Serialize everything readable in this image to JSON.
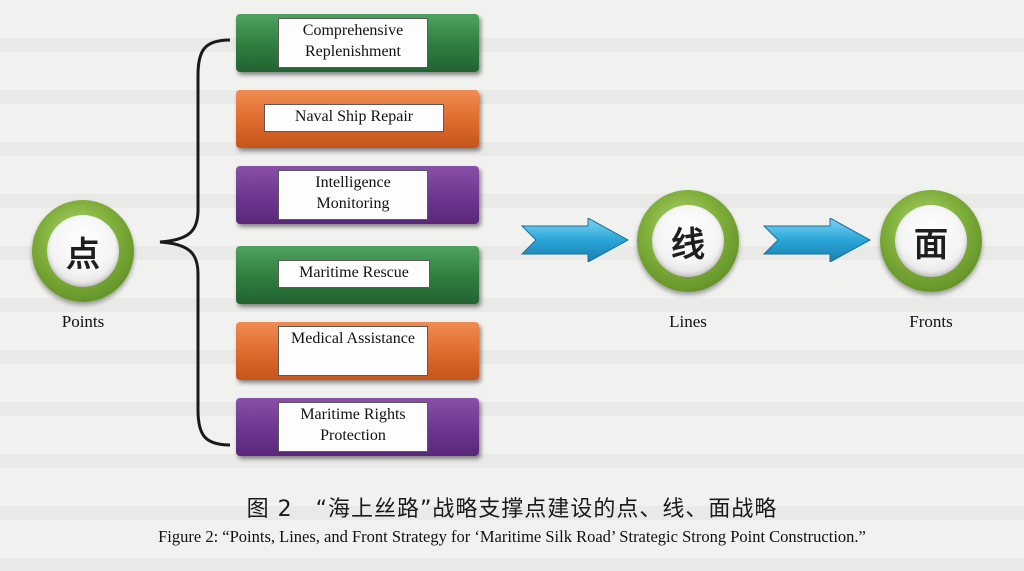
{
  "nodes": [
    {
      "glyph": "点",
      "label": "Points"
    },
    {
      "glyph": "线",
      "label": "Lines"
    },
    {
      "glyph": "面",
      "label": "Fronts"
    }
  ],
  "cards": [
    {
      "label": "Comprehensive Replenishment",
      "color": "green"
    },
    {
      "label": "Naval Ship Repair",
      "color": "orange"
    },
    {
      "label": "Intelligence Monitoring",
      "color": "purple"
    },
    {
      "label": "Maritime Rescue",
      "color": "green"
    },
    {
      "label": "Medical Assistance",
      "color": "orange"
    },
    {
      "label": "Maritime Rights Protection",
      "color": "purple"
    }
  ],
  "colors": {
    "green": "#2f7d3f",
    "orange": "#dd6a2c",
    "purple": "#6e3590",
    "arrow": "#2aa6d8"
  },
  "caption_cn": "图 2　“海上丝路”战略支撑点建设的点、线、面战略",
  "caption_en": "Figure 2: “Points, Lines, and Front Strategy for ‘Maritime Silk Road’ Strategic Strong Point Construction.”"
}
